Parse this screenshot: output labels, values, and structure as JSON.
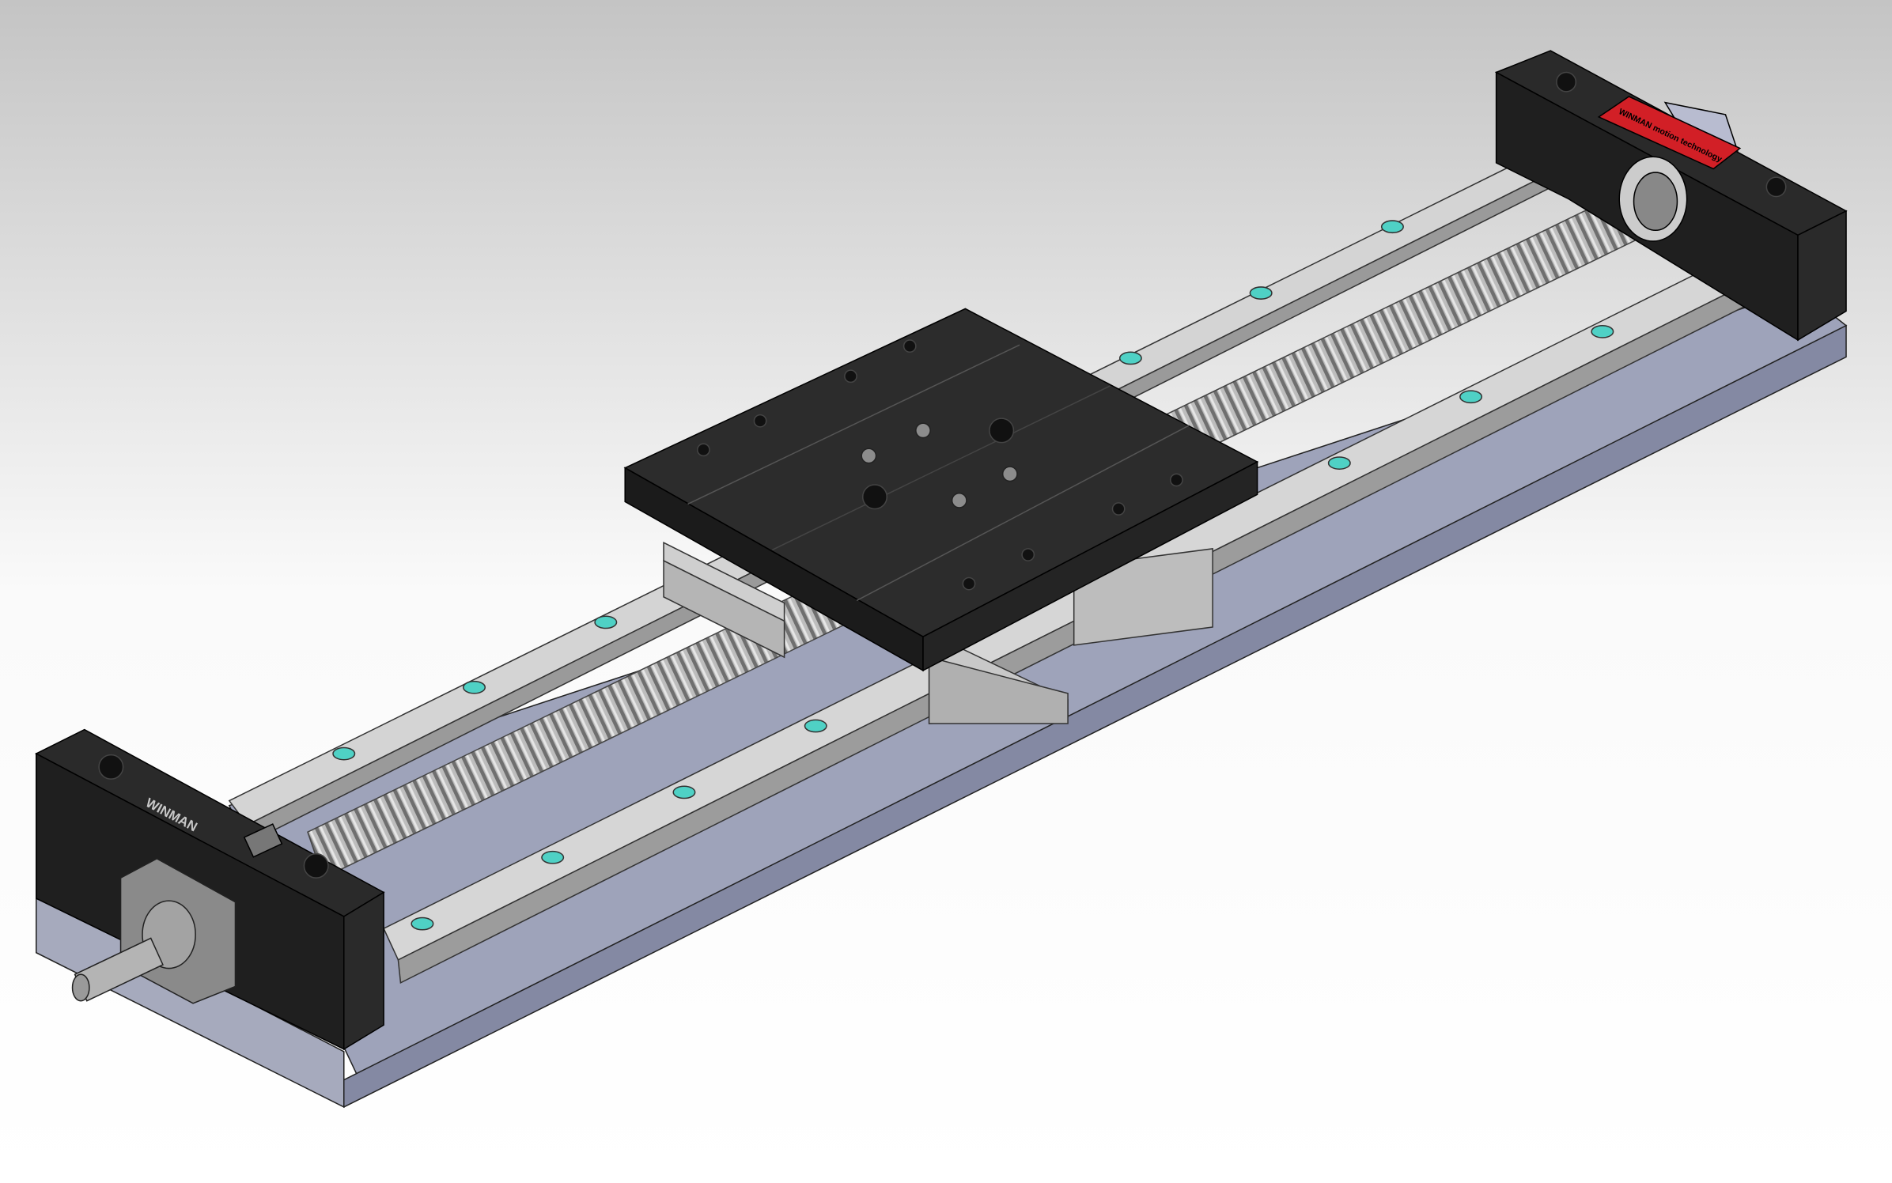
{
  "scene": {
    "subject": "linear-actuator-cad-render",
    "logo_red_label": "WINMAN motion technology",
    "logo_end_block": "WINMAN"
  },
  "colors": {
    "background_top": "#c4c4c4",
    "background_bottom": "#ffffff",
    "base_top": "#9ea3ba",
    "base_side": "#8489a3",
    "rail": "#b9b9b9",
    "rail_highlight": "#d8d8d8",
    "dot": "#4fd1c5",
    "carriage": "#2c2c2c",
    "end_block": "#1f1f1f",
    "label_red": "#d21f26"
  }
}
